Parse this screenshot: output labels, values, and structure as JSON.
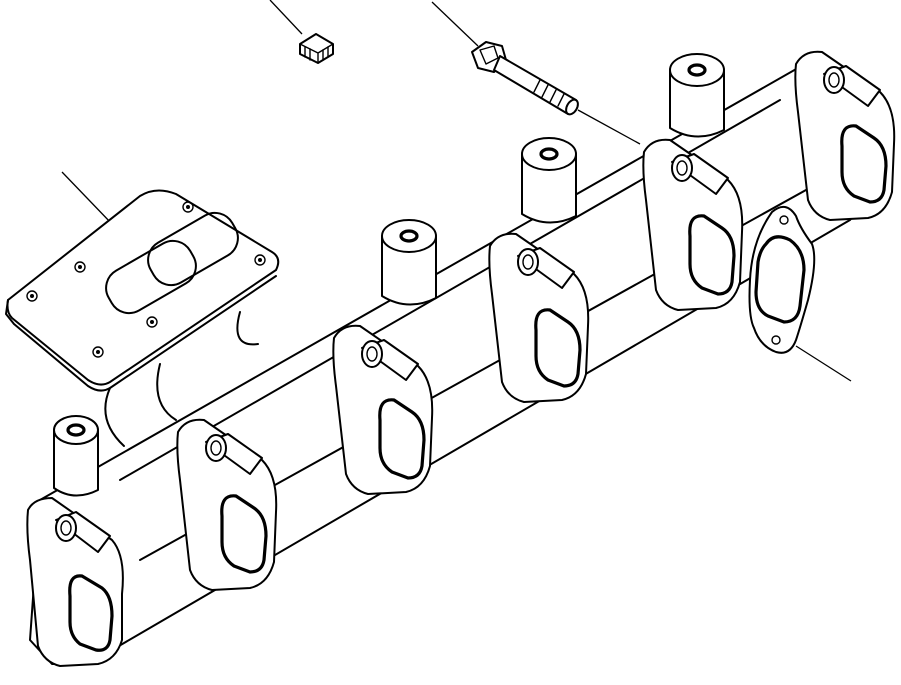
{
  "drawing": {
    "colors": {
      "line": "#000000",
      "background": "#ffffff"
    },
    "parts": [
      {
        "id": "plug",
        "icon": "threaded-plug-icon"
      },
      {
        "id": "bolt",
        "icon": "hex-bolt-icon"
      },
      {
        "id": "flange",
        "icon": "turbo-flange-icon"
      },
      {
        "id": "manifold",
        "icon": "exhaust-manifold-icon"
      },
      {
        "id": "gasket",
        "icon": "gasket-icon"
      }
    ],
    "ports": 6,
    "bosses": 4
  }
}
